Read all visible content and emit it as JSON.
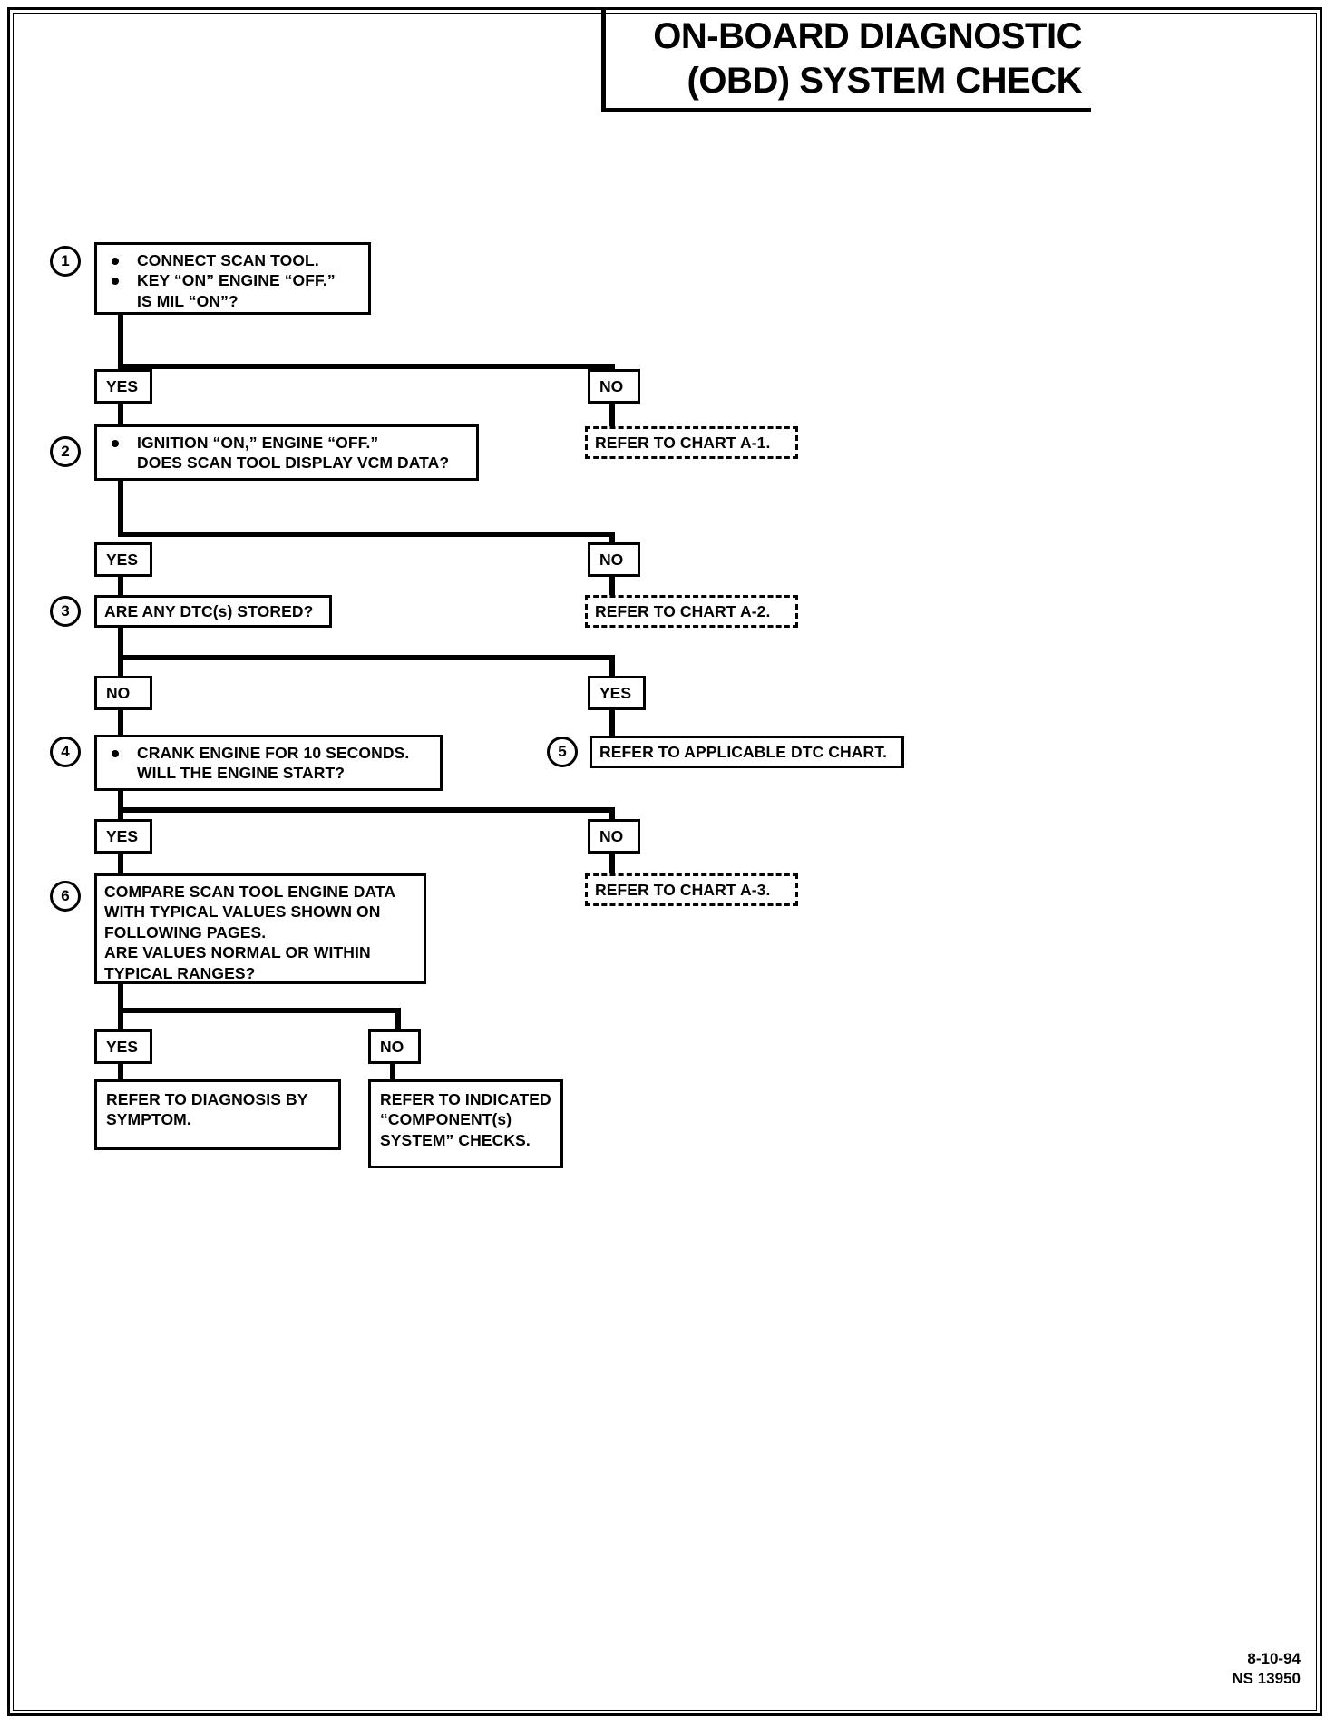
{
  "document": {
    "title_lines": [
      "ON-BOARD DIAGNOSTIC",
      "(OBD) SYSTEM CHECK"
    ],
    "footer_date": "8-10-94",
    "footer_code": "NS 13950"
  },
  "steps": {
    "s1": {
      "number": "1",
      "lines": [
        "CONNECT SCAN TOOL.",
        "KEY “ON” ENGINE “OFF.”",
        "IS MIL “ON”?"
      ]
    },
    "s2": {
      "number": "2",
      "lines": [
        "IGNITION “ON,” ENGINE “OFF.”",
        "DOES SCAN TOOL DISPLAY VCM DATA?"
      ]
    },
    "s3": {
      "number": "3",
      "lines": [
        "ARE ANY DTC(s) STORED?"
      ]
    },
    "s4": {
      "number": "4",
      "lines": [
        "CRANK ENGINE FOR 10 SECONDS.",
        "WILL THE ENGINE START?"
      ]
    },
    "s5": {
      "number": "5",
      "lines": [
        "REFER TO APPLICABLE DTC CHART."
      ]
    },
    "s6": {
      "number": "6",
      "lines": [
        "COMPARE SCAN TOOL ENGINE DATA",
        "WITH TYPICAL VALUES SHOWN ON",
        "FOLLOWING PAGES.",
        "ARE VALUES NORMAL OR WITHIN",
        "TYPICAL RANGES?"
      ]
    }
  },
  "branches": {
    "b1_yes": "YES",
    "b1_no": "NO",
    "b2_yes": "YES",
    "b2_no": "NO",
    "b3_no": "NO",
    "b3_yes": "YES",
    "b4_yes": "YES",
    "b4_no": "NO",
    "b6_yes": "YES",
    "b6_no": "NO"
  },
  "references": {
    "chart_a1": "REFER TO CHART A-1.",
    "chart_a2": "REFER TO CHART A-2.",
    "chart_a3": "REFER TO CHART A-3.",
    "diagnosis_by_symptom": [
      "REFER TO DIAGNOSIS BY",
      "SYMPTOM."
    ],
    "component_system_checks": [
      "REFER TO INDICATED",
      "“COMPONENT(s)",
      "SYSTEM” CHECKS."
    ]
  },
  "colors": {
    "ink": "#000000",
    "paper": "#ffffff"
  }
}
